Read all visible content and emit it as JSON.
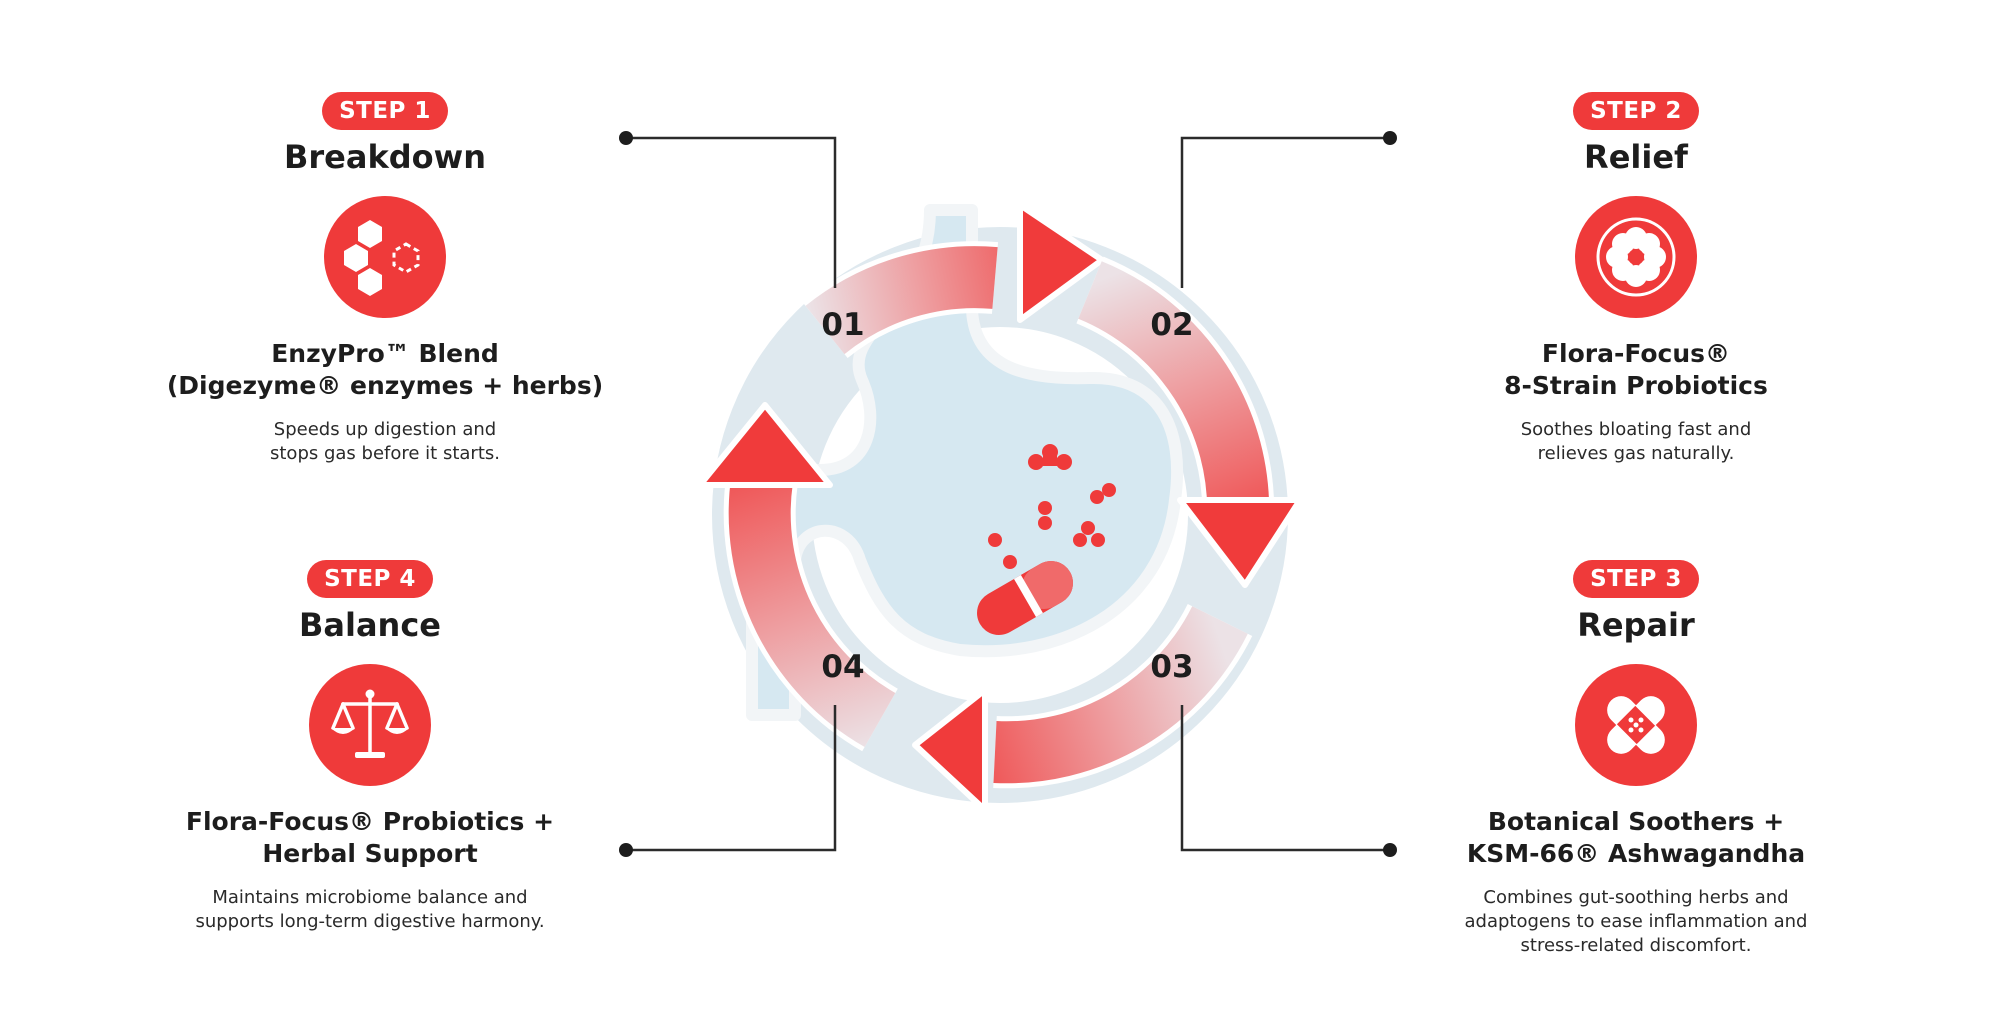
{
  "steps": [
    {
      "badge": "STEP 1",
      "title": "Breakdown",
      "product_lines": [
        "EnzyPro™ Blend",
        "(Digezyme® enzymes + herbs)"
      ],
      "desc_lines": [
        "Speeds up digestion and",
        "stops gas before it starts."
      ],
      "icon": "molecule-icon"
    },
    {
      "badge": "STEP 2",
      "title": "Relief",
      "product_lines": [
        "Flora-Focus®",
        "8-Strain Probiotics"
      ],
      "desc_lines": [
        "Soothes bloating fast and",
        "relieves gas naturally."
      ],
      "icon": "flower-icon"
    },
    {
      "badge": "STEP 3",
      "title": "Repair",
      "product_lines": [
        "Botanical Soothers +",
        "KSM-66® Ashwagandha"
      ],
      "desc_lines": [
        "Combines gut-soothing herbs and",
        "adaptogens to ease inflammation and",
        "stress-related discomfort."
      ],
      "icon": "bandage-icon"
    },
    {
      "badge": "STEP 4",
      "title": "Balance",
      "product_lines": [
        "Flora-Focus® Probiotics +",
        "Herbal Support"
      ],
      "desc_lines": [
        "Maintains microbiome balance and",
        "supports long-term digestive harmony."
      ],
      "icon": "balance-scale-icon"
    }
  ],
  "cycle_numbers": [
    "01",
    "02",
    "03",
    "04"
  ],
  "colors": {
    "accent": "#ef3a3a",
    "stomach": "#d6e8f1",
    "text": "#1d1d1d",
    "fade": "#e7c9cf"
  }
}
